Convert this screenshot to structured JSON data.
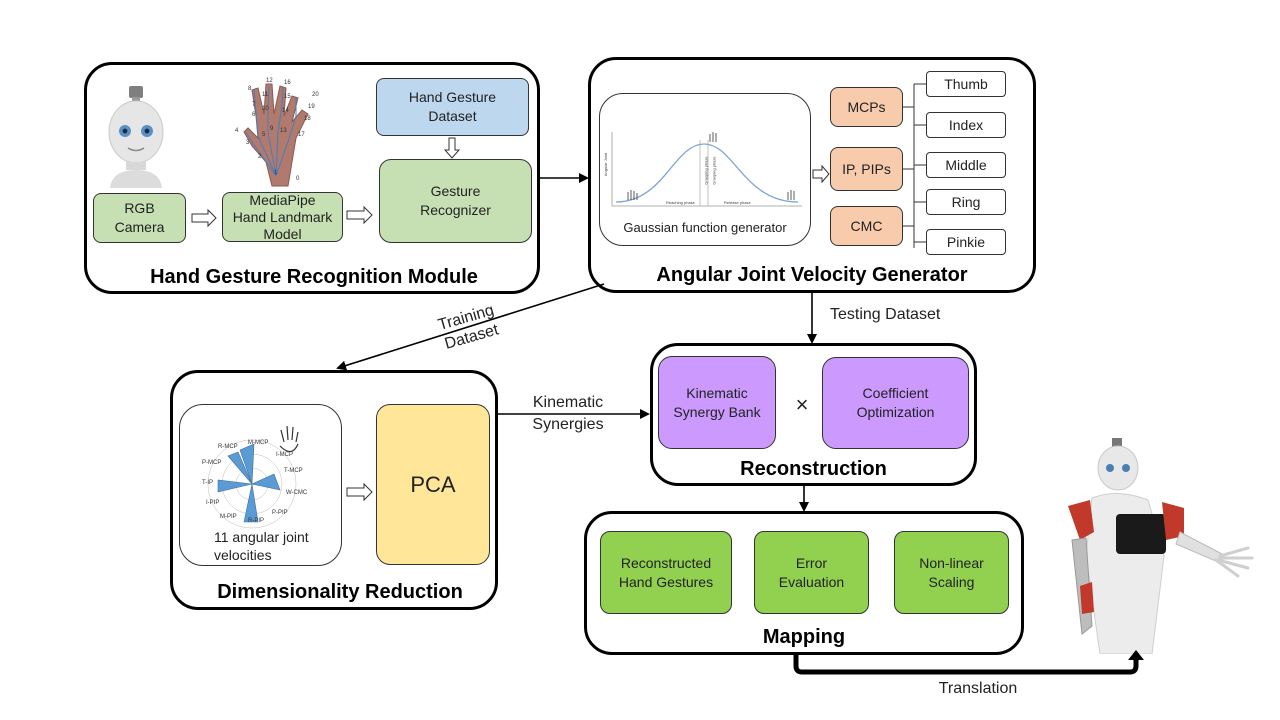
{
  "modules": {
    "hand_gesture_recognition": {
      "title": "Hand Gesture Recognition Module",
      "rgb_camera": "RGB\nCamera",
      "mediapipe": "MediaPipe\nHand Landmark\nModel",
      "dataset": "Hand Gesture\nDataset",
      "recognizer": "Gesture\nRecognizer",
      "landmark_numbers": [
        "0",
        "1",
        "2",
        "3",
        "4",
        "5",
        "6",
        "7",
        "8",
        "9",
        "10",
        "11",
        "12",
        "13",
        "14",
        "15",
        "16",
        "17",
        "18",
        "19",
        "20"
      ]
    },
    "angular_joint_velocity_generator": {
      "title": "Angular Joint Velocity Generator",
      "gaussian_caption": "Gaussian function generator",
      "plot_ylabel": "Angular Joint",
      "plot_phases": [
        "Reaching phase",
        "Grasping phase",
        "Grasping phase",
        "Release phase"
      ],
      "joint_groups": [
        "MCPs",
        "IP, PIPs",
        "CMC"
      ],
      "fingers": [
        "Thumb",
        "Index",
        "Middle",
        "Ring",
        "Pinkie"
      ]
    },
    "dimensionality_reduction": {
      "title": "Dimensionality Reduction",
      "radar_caption": "11 angular joint\nvelocities",
      "radar_labels": [
        "M-MCP",
        "I-MCP",
        "T-MCP",
        "W-CMC",
        "P-PIP",
        "R-PIP",
        "M-PIP",
        "I-PIP",
        "T-IP",
        "P-MCP",
        "R-MCP"
      ],
      "pca": "PCA"
    },
    "reconstruction": {
      "title": "Reconstruction",
      "synergy_bank": "Kinematic\nSynergy Bank",
      "times": "×",
      "coefficient": "Coefficient\nOptimization"
    },
    "mapping": {
      "title": "Mapping",
      "items": [
        "Reconstructed\nHand Gestures",
        "Error\nEvaluation",
        "Non-linear\nScaling"
      ]
    }
  },
  "arrow_labels": {
    "training_dataset": "Training\nDataset",
    "testing_dataset": "Testing Dataset",
    "kinematic_synergies": "Kinematic\nSynergies",
    "translation": "Translation"
  },
  "colors": {
    "light_green": "#c6e0b4",
    "light_blue": "#bdd7ee",
    "orange": "#f8cbad",
    "purple": "#cc99ff",
    "yellow": "#ffe699",
    "green": "#92d050",
    "radar_blue": "#5b9bd5"
  }
}
